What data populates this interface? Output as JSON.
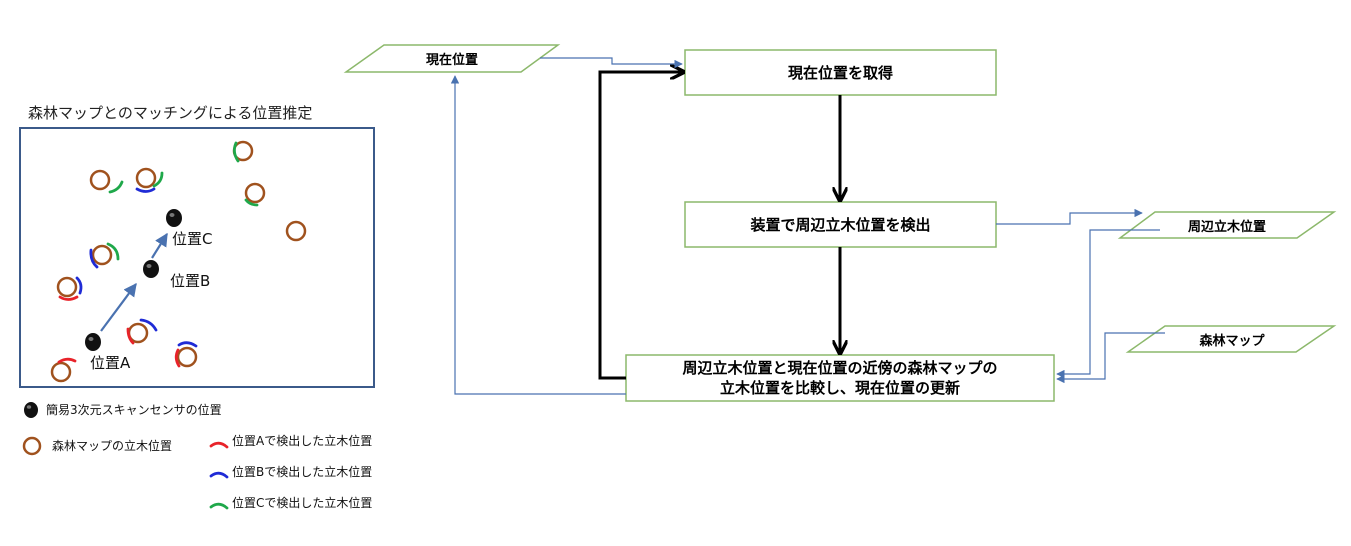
{
  "colors": {
    "box_border": "#8cb86b",
    "thin_arrow": "#4a72b0",
    "thick_arrow": "#000000",
    "map_frame": "#3b5a8a",
    "tree_ring": "#a0521e",
    "arc_a": "#e8232a",
    "arc_b": "#1f2bd6",
    "arc_c": "#1fa84a",
    "sensor_dot": "#111111"
  },
  "flow": {
    "box_get": "現在位置を取得",
    "box_detect": "装置で周辺立木位置を検出",
    "box_compare_line1": "周辺立木位置と現在位置の近傍の森林マップの",
    "box_compare_line2": "立木位置を比較し、現在位置の更新",
    "data_current": "現在位置",
    "data_trees": "周辺立木位置",
    "data_forest_map": "森林マップ"
  },
  "map_panel": {
    "title": "森林マップとのマッチングによる位置推定",
    "pos_a": "位置A",
    "pos_b": "位置B",
    "pos_c": "位置C"
  },
  "legend": {
    "sensor": "簡易3次元スキャンセンサの位置",
    "tree": "森林マップの立木位置",
    "detected_a": "位置Aで検出した立木位置",
    "detected_b": "位置Bで検出した立木位置",
    "detected_c": "位置Cで検出した立木位置"
  }
}
